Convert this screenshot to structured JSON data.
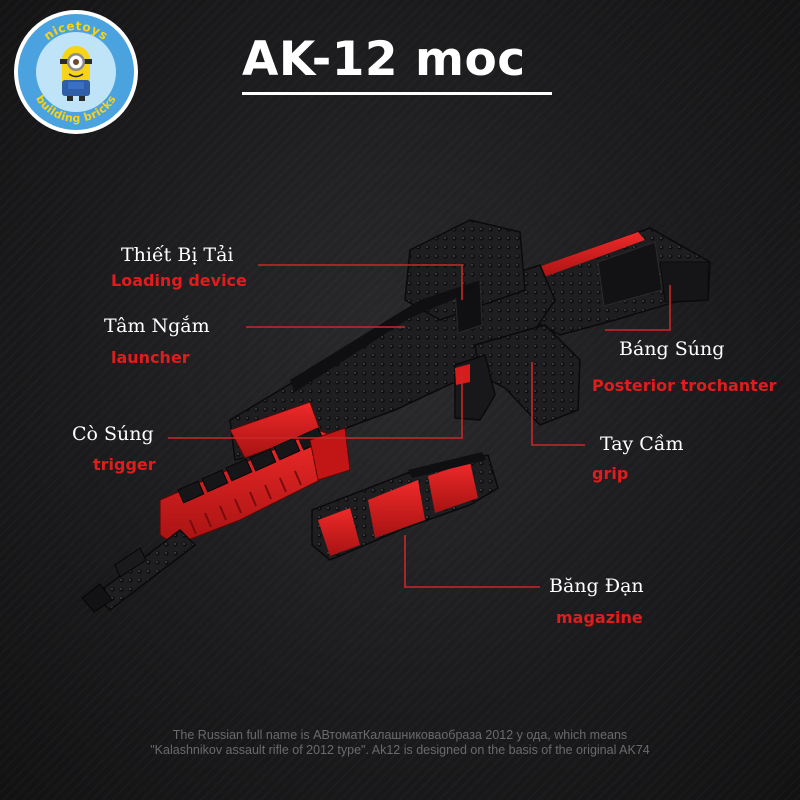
{
  "logo": {
    "brand_top": "nicetoys",
    "brand_bottom": "building bricks",
    "icon": "minion-character-icon"
  },
  "title": "AK-12 moc",
  "parts": [
    {
      "id": "loading-device",
      "vn": "Thiết Bị Tải",
      "en": "Loading device"
    },
    {
      "id": "launcher",
      "vn": "Tâm Ngắm",
      "en": "launcher"
    },
    {
      "id": "trigger",
      "vn": "Cò Súng",
      "en": "trigger"
    },
    {
      "id": "stock",
      "vn": "Báng Súng",
      "en": "Posterior trochanter"
    },
    {
      "id": "grip",
      "vn": "Tay Cầm",
      "en": "grip"
    },
    {
      "id": "magazine",
      "vn": "Băng Đạn",
      "en": "magazine"
    }
  ],
  "footer": {
    "line1": "The Russian full name is АВтоматКалашниковаобраза 2012 у ода, which means",
    "line2": "\"Kalashnikov assault rifle of 2012 type\". Ak12 is designed on the basis of the original AK74"
  },
  "colors": {
    "accent_red": "#e01c1c",
    "brick_black": "#1c1c1e",
    "label_white": "#ffffff",
    "leader_line": "#c8282a"
  }
}
